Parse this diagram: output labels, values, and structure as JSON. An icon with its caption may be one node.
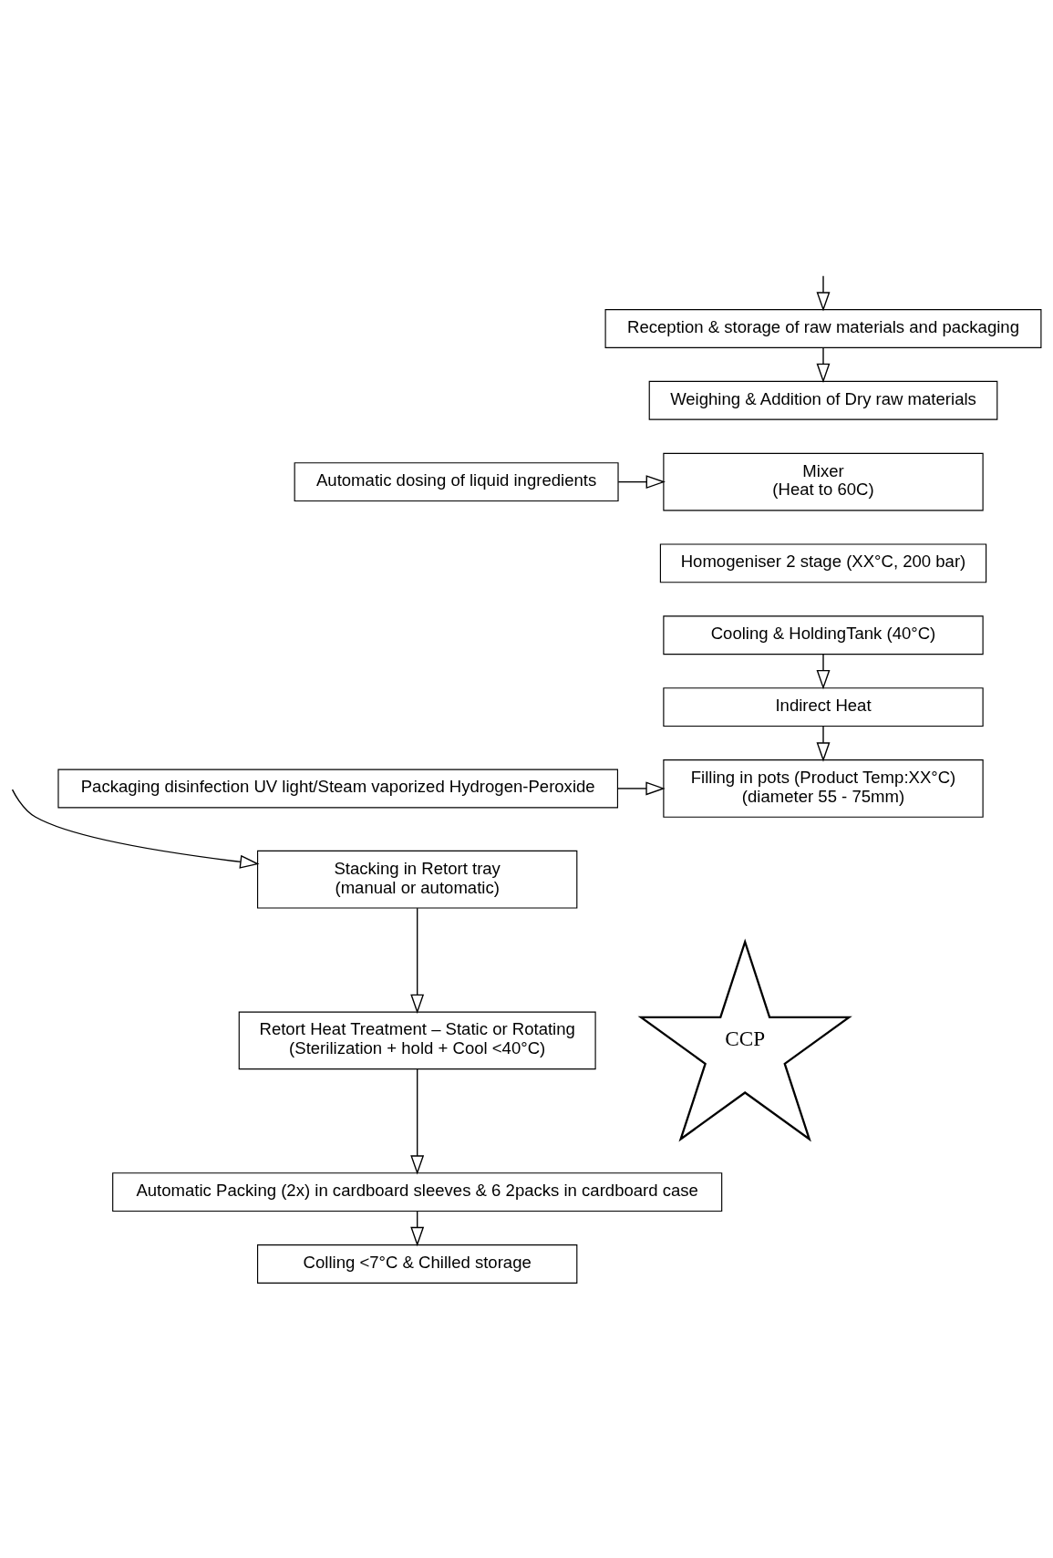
{
  "diagram": {
    "nodes": [
      {
        "text": [
          "Reception & storage of raw materials and packaging"
        ]
      },
      {
        "text": [
          "Weighing & Addition of Dry raw materials"
        ]
      },
      {
        "text": [
          "Mixer",
          "(Heat to 60C)"
        ]
      },
      {
        "text": [
          "Automatic dosing of liquid ingredients"
        ]
      },
      {
        "text": [
          "Homogeniser 2 stage (XX°C, 200 bar)"
        ]
      },
      {
        "text": [
          "Cooling & HoldingTank (40°C)"
        ]
      },
      {
        "text": [
          "Indirect Heat"
        ]
      },
      {
        "text": [
          "Filling in pots (Product Temp:XX°C)",
          "(diameter 55 - 75mm)"
        ]
      },
      {
        "text": [
          "Packaging disinfection UV light/Steam vaporized Hydrogen-Peroxide"
        ]
      },
      {
        "text": [
          "Stacking in Retort tray",
          "(manual or automatic)"
        ]
      },
      {
        "text": [
          "CCP"
        ]
      },
      {
        "text": [
          "Retort Heat Treatment – Static or Rotating",
          "(Sterilization + hold + Cool <40°C)"
        ]
      },
      {
        "text": [
          "Automatic Packing (2x) in cardboard sleeves & 6 2packs in cardboard case"
        ]
      },
      {
        "text": [
          "Colling <7°C & Chilled storage"
        ]
      }
    ],
    "edges": [
      {
        "from": null,
        "to": 0,
        "arrow": "to"
      },
      {
        "from": 0,
        "to": 1,
        "arrow": "to"
      },
      {
        "from": 3,
        "to": 2,
        "arrow": "to"
      },
      {
        "from": 5,
        "to": 6,
        "arrow": "to"
      },
      {
        "from": 6,
        "to": 7,
        "arrow": "to"
      },
      {
        "from": 8,
        "to": 7,
        "arrow": "to"
      },
      {
        "from": null,
        "to": 9,
        "arrow": "to"
      },
      {
        "from": 9,
        "to": 11,
        "arrow": "to"
      },
      {
        "from": 11,
        "to": 12,
        "arrow": "to"
      },
      {
        "from": 12,
        "to": 13,
        "arrow": "to"
      }
    ]
  }
}
